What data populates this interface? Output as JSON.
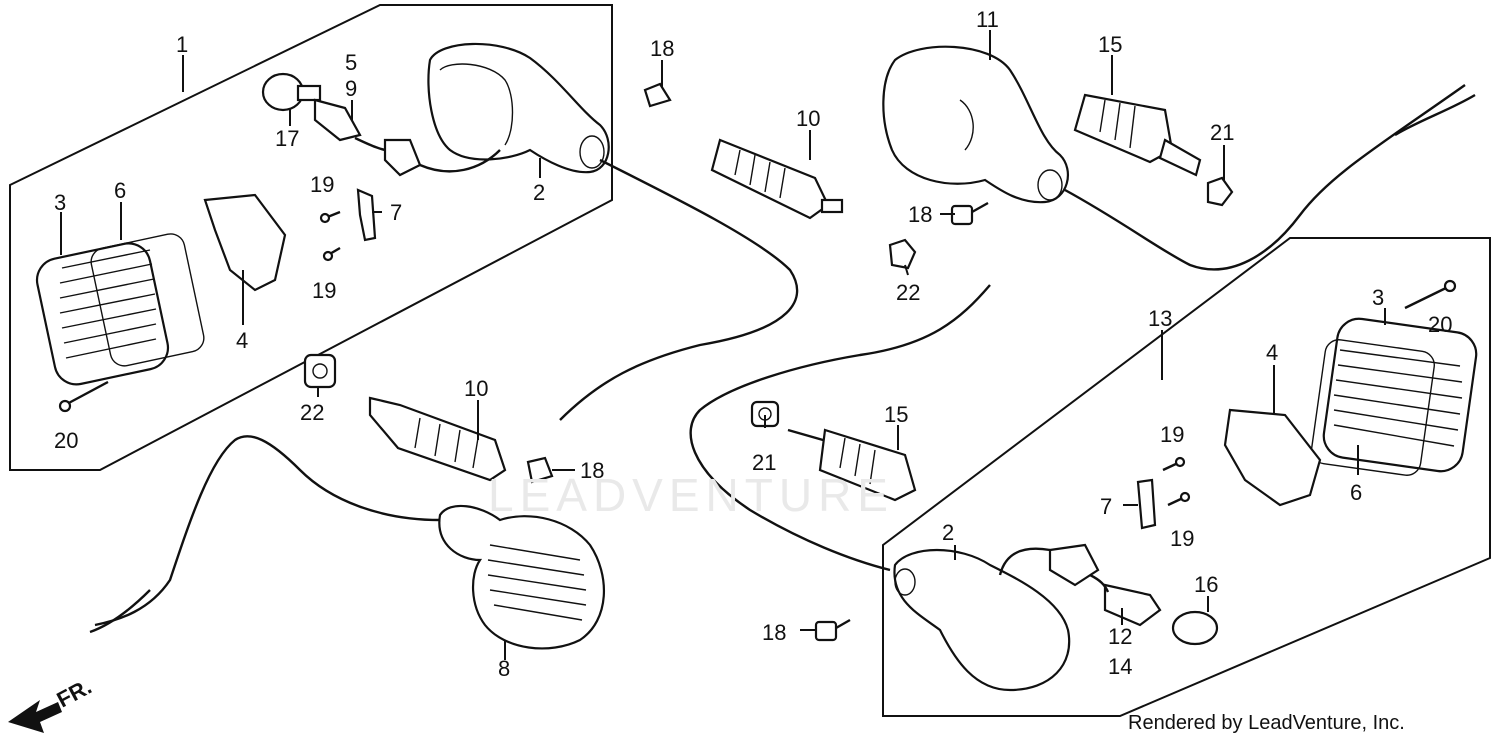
{
  "labels": [
    {
      "id": "l1",
      "text": "1"
    },
    {
      "id": "l2a",
      "text": "2"
    },
    {
      "id": "l3a",
      "text": "3"
    },
    {
      "id": "l4a",
      "text": "4"
    },
    {
      "id": "l5",
      "text": "5"
    },
    {
      "id": "l6a",
      "text": "6"
    },
    {
      "id": "l7a",
      "text": "7"
    },
    {
      "id": "l8",
      "text": "8"
    },
    {
      "id": "l9",
      "text": "9"
    },
    {
      "id": "l10a",
      "text": "10"
    },
    {
      "id": "l10b",
      "text": "10"
    },
    {
      "id": "l11",
      "text": "11"
    },
    {
      "id": "l12",
      "text": "12"
    },
    {
      "id": "l13",
      "text": "13"
    },
    {
      "id": "l14",
      "text": "14"
    },
    {
      "id": "l15a",
      "text": "15"
    },
    {
      "id": "l15b",
      "text": "15"
    },
    {
      "id": "l16",
      "text": "16"
    },
    {
      "id": "l17",
      "text": "17"
    },
    {
      "id": "l18a",
      "text": "18"
    },
    {
      "id": "l18b",
      "text": "18"
    },
    {
      "id": "l18c",
      "text": "18"
    },
    {
      "id": "l18d",
      "text": "18"
    },
    {
      "id": "l19a",
      "text": "19"
    },
    {
      "id": "l19b",
      "text": "19"
    },
    {
      "id": "l19c",
      "text": "19"
    },
    {
      "id": "l19d",
      "text": "19"
    },
    {
      "id": "l20a",
      "text": "20"
    },
    {
      "id": "l20b",
      "text": "20"
    },
    {
      "id": "l21a",
      "text": "21"
    },
    {
      "id": "l21b",
      "text": "21"
    },
    {
      "id": "l22a",
      "text": "22"
    },
    {
      "id": "l22b",
      "text": "22"
    },
    {
      "id": "l2b",
      "text": "2"
    },
    {
      "id": "l3b",
      "text": "3"
    },
    {
      "id": "l4b",
      "text": "4"
    },
    {
      "id": "l6b",
      "text": "6"
    },
    {
      "id": "l7b",
      "text": "7"
    }
  ],
  "direction_label": "FR.",
  "credit": "Rendered by LeadVenture, Inc.",
  "watermark": "LEADVENTURE"
}
